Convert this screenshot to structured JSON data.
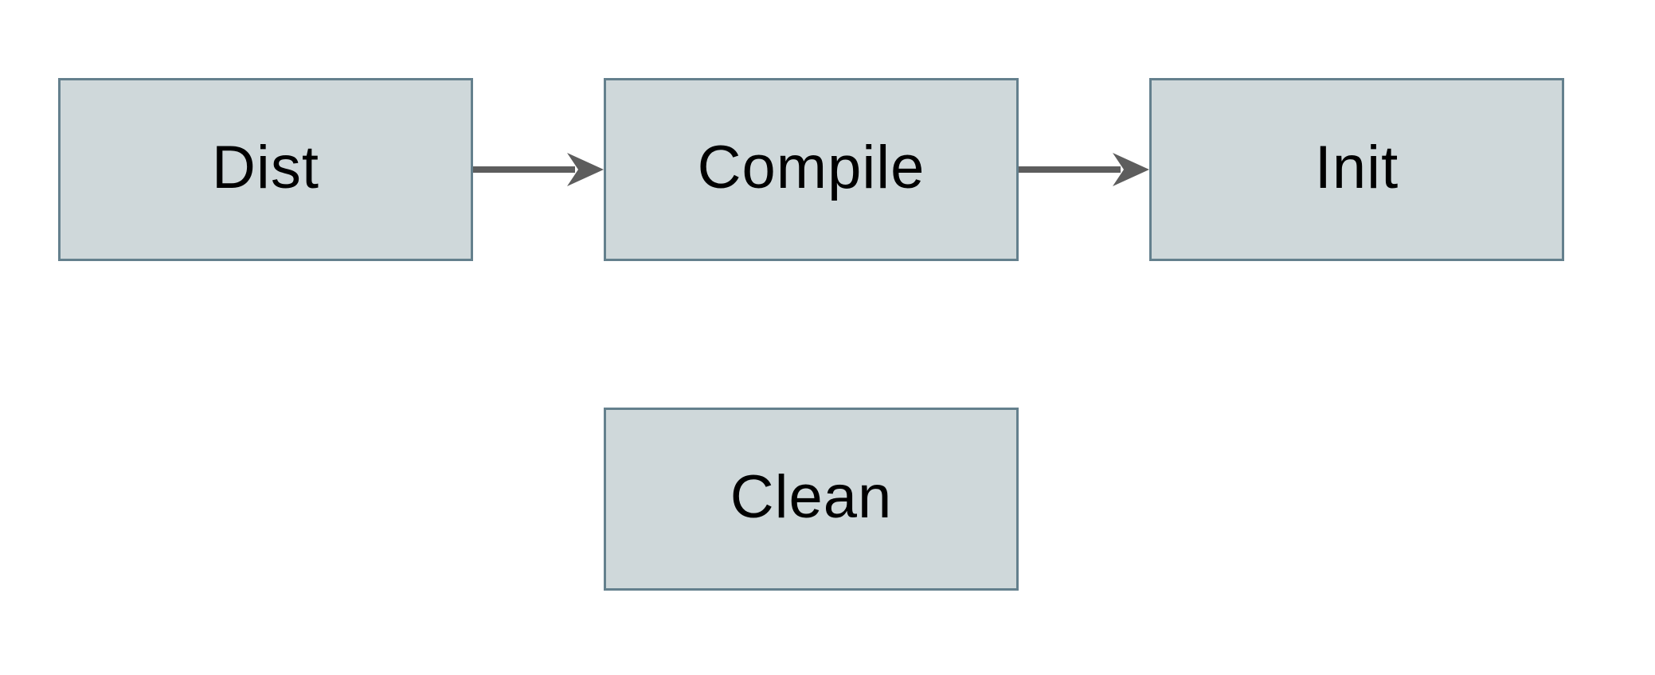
{
  "diagram": {
    "title": "build-tasks-flowchart",
    "nodes": [
      {
        "id": "dist",
        "label": "Dist"
      },
      {
        "id": "compile",
        "label": "Compile"
      },
      {
        "id": "init",
        "label": "Init"
      },
      {
        "id": "clean",
        "label": "Clean"
      }
    ],
    "edges": [
      {
        "from": "Dist",
        "to": "Compile",
        "direction": "right"
      },
      {
        "from": "Compile",
        "to": "Init",
        "direction": "right"
      }
    ],
    "colors": {
      "background": "#ffffff",
      "node_fill": "#cfd8da",
      "node_border": "#64808d",
      "arrow": "#5d5d5d",
      "text": "#000000"
    }
  }
}
